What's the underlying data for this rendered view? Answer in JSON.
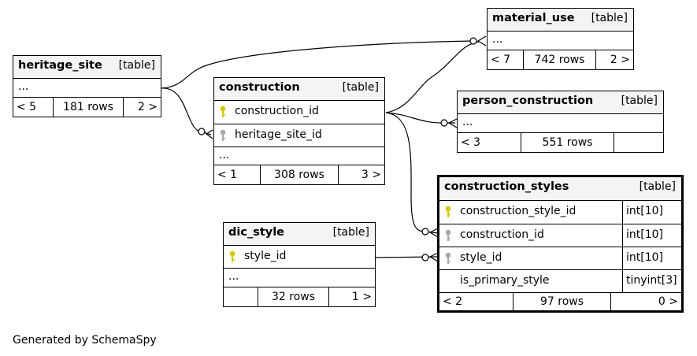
{
  "footer": "Generated by SchemaSpy",
  "colors": {
    "pk_key": "#d4c800",
    "fk_key": "#a8a8a8",
    "header_bg": "#f4f4f4",
    "line": "#000000"
  },
  "tables": {
    "heritage_site": {
      "name": "heritage_site",
      "kind": "[table]",
      "more": "...",
      "parents": "< 5",
      "rows": "181 rows",
      "children": "2 >"
    },
    "construction": {
      "name": "construction",
      "kind": "[table]",
      "columns": [
        {
          "name": "construction_id",
          "icon": "primary-key-icon"
        },
        {
          "name": "heritage_site_id",
          "icon": "foreign-key-icon"
        }
      ],
      "more": "...",
      "parents": "< 1",
      "rows": "308 rows",
      "children": "3 >"
    },
    "material_use": {
      "name": "material_use",
      "kind": "[table]",
      "more": "...",
      "parents": "< 7",
      "rows": "742 rows",
      "children": "2 >"
    },
    "person_construction": {
      "name": "person_construction",
      "kind": "[table]",
      "more": "...",
      "parents": "< 3",
      "rows": "551 rows",
      "children": ""
    },
    "construction_styles": {
      "name": "construction_styles",
      "kind": "[table]",
      "columns": [
        {
          "name": "construction_style_id",
          "type": "int[10]",
          "icon": "primary-key-icon"
        },
        {
          "name": "construction_id",
          "type": "int[10]",
          "icon": "foreign-key-icon"
        },
        {
          "name": "style_id",
          "type": "int[10]",
          "icon": "foreign-key-icon"
        },
        {
          "name": "is_primary_style",
          "type": "tinyint[3]",
          "icon": ""
        }
      ],
      "parents": "< 2",
      "rows": "97 rows",
      "children": "0 >"
    },
    "dic_style": {
      "name": "dic_style",
      "kind": "[table]",
      "columns": [
        {
          "name": "style_id",
          "icon": "primary-key-icon"
        }
      ],
      "more": "...",
      "parents": "",
      "rows": "32 rows",
      "children": "1 >"
    }
  }
}
